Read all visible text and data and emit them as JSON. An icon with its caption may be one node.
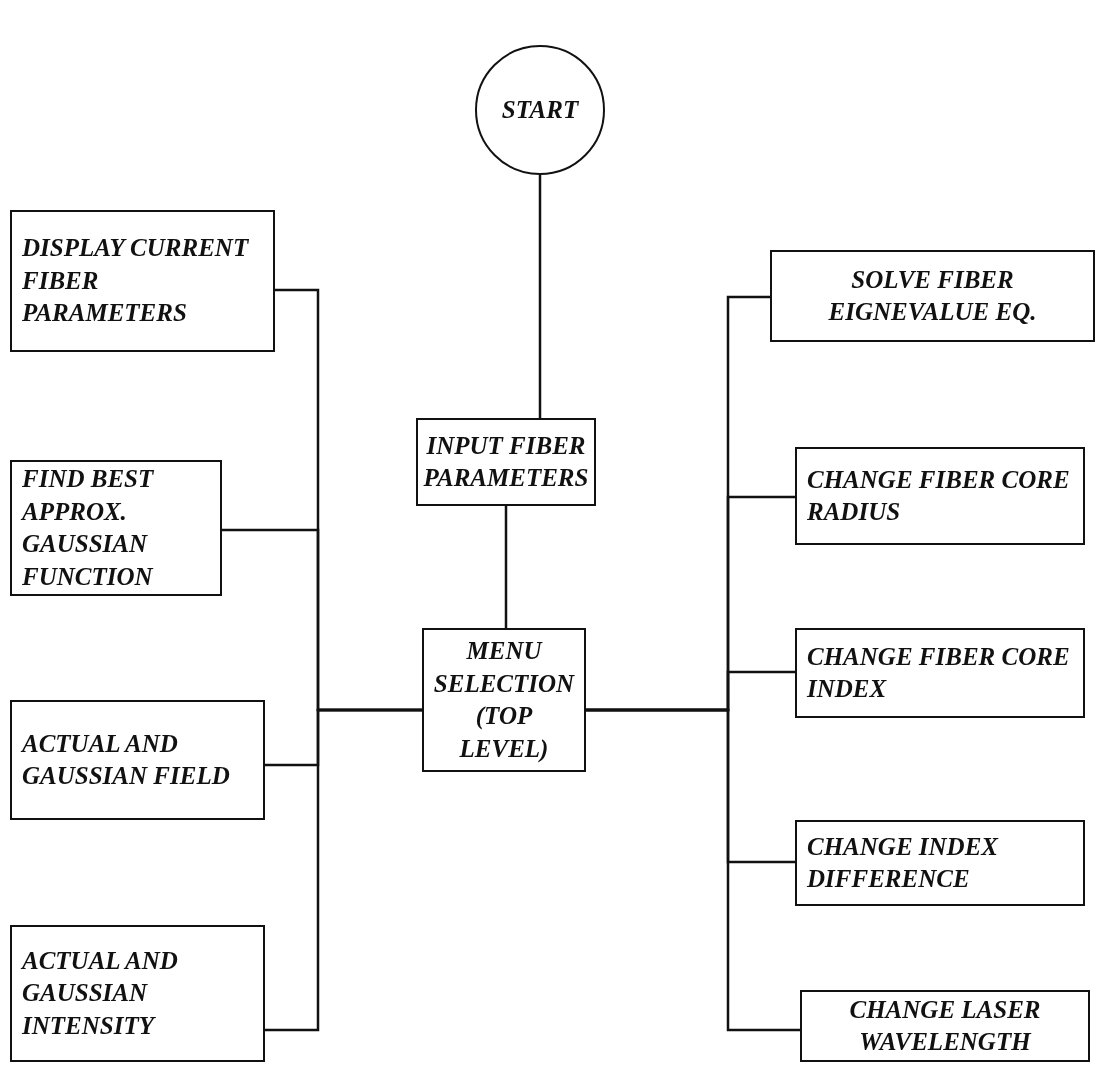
{
  "diagram": {
    "nodes": [
      {
        "text": [
          "START"
        ]
      },
      {
        "text": [
          "DISPLAY CURRENT FIBER PARAMETERS"
        ]
      },
      {
        "text": [
          "SOLVE FIBER EIGNEVALUE EQ."
        ]
      },
      {
        "text": [
          "INPUT FIBER PARAMETERS"
        ]
      },
      {
        "text": [
          "FIND BEST APPROX. GAUSSIAN FUNCTION"
        ]
      },
      {
        "text": [
          "CHANGE FIBER CORE RADIUS"
        ]
      },
      {
        "text": [
          "MENU SELECTION (TOP LEVEL)"
        ]
      },
      {
        "text": [
          "CHANGE FIBER CORE INDEX"
        ]
      },
      {
        "text": [
          "ACTUAL AND GAUSSIAN FIELD"
        ]
      },
      {
        "text": [
          "CHANGE INDEX DIFFERENCE"
        ]
      },
      {
        "text": [
          "ACTUAL AND GAUSSIAN INTENSITY"
        ]
      },
      {
        "text": [
          "CHANGE LASER WAVELENGTH"
        ]
      }
    ],
    "edges": [
      {
        "from": 0,
        "to": 3,
        "arrow": "none"
      },
      {
        "from": 3,
        "to": 6,
        "arrow": "none"
      },
      {
        "from": 6,
        "to": 1,
        "arrow": "none"
      },
      {
        "from": 6,
        "to": 4,
        "arrow": "none"
      },
      {
        "from": 6,
        "to": 8,
        "arrow": "none"
      },
      {
        "from": 6,
        "to": 10,
        "arrow": "none"
      },
      {
        "from": 6,
        "to": 2,
        "arrow": "none"
      },
      {
        "from": 6,
        "to": 5,
        "arrow": "none"
      },
      {
        "from": 6,
        "to": 7,
        "arrow": "none"
      },
      {
        "from": 6,
        "to": 9,
        "arrow": "none"
      },
      {
        "from": 6,
        "to": 11,
        "arrow": "none"
      }
    ]
  }
}
